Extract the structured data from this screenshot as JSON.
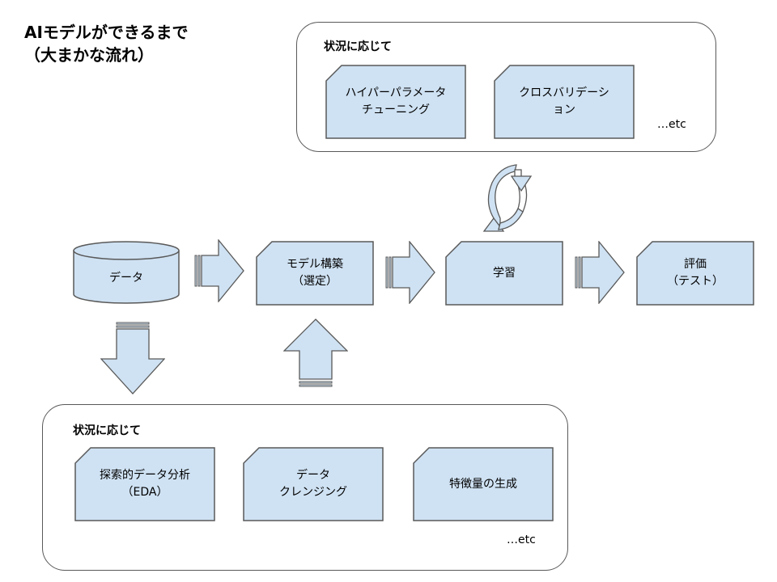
{
  "title": {
    "line1": "AIモデルができるまで",
    "line2": "（大まかな流れ）"
  },
  "top_group": {
    "label": "状況に応じて",
    "items": [
      {
        "line1": "ハイパーパラメータ",
        "line2": "チューニング"
      },
      {
        "line1": "クロスバリデーシ",
        "line2": "ョン"
      }
    ],
    "etc": "…etc"
  },
  "main_flow": {
    "data": "データ",
    "model": {
      "line1": "モデル構築",
      "line2": "（選定）"
    },
    "learning": "学習",
    "evaluation": {
      "line1": "評価",
      "line2": "（テスト）"
    }
  },
  "bottom_group": {
    "label": "状況に応じて",
    "items": [
      {
        "line1": "探索的データ分析",
        "line2": "（EDA）"
      },
      {
        "line1": "データ",
        "line2": "クレンジング"
      },
      {
        "line1": "特徴量の生成",
        "line2": ""
      }
    ],
    "etc": "…etc"
  },
  "colors": {
    "shape_fill": "#cfe2f3",
    "shape_stroke": "#595959"
  }
}
